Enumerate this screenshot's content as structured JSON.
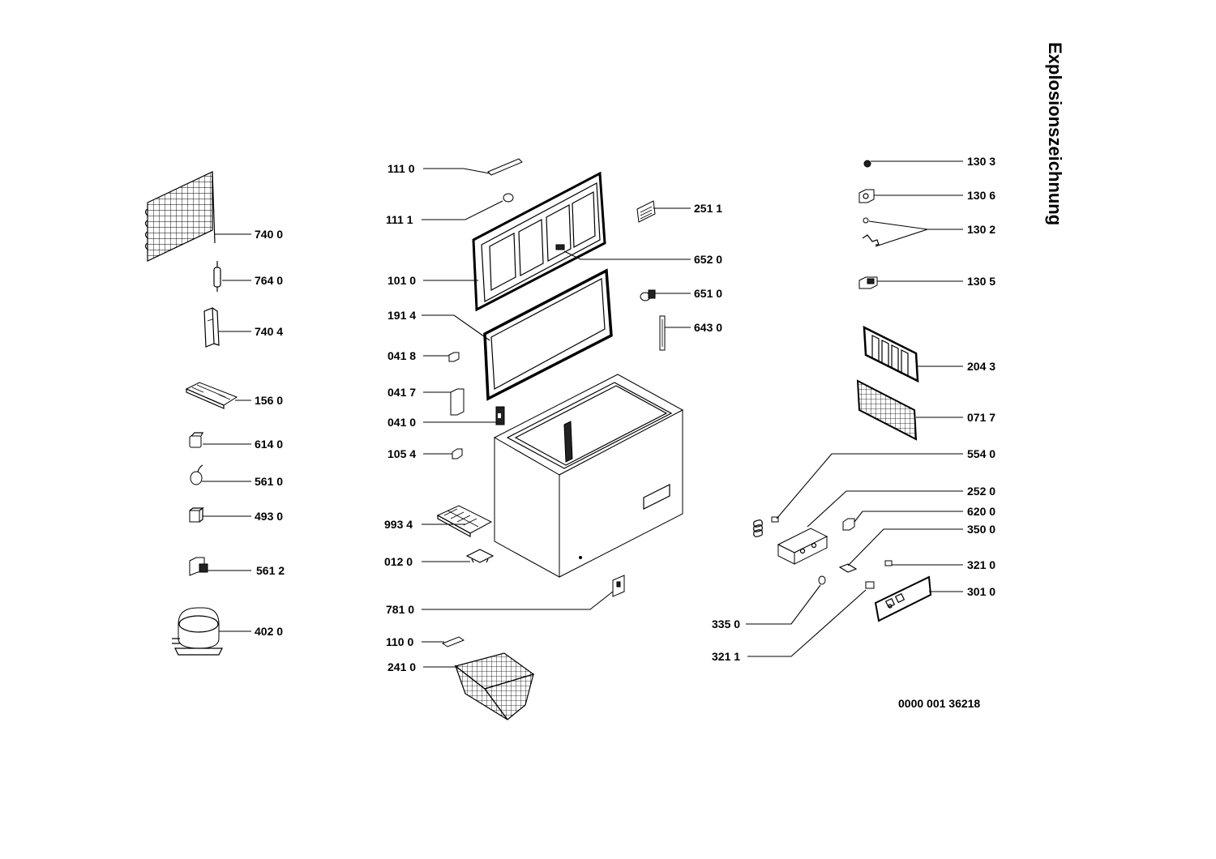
{
  "title": "Explosionszeichnung",
  "document_number": "0000 001 36218",
  "labels": {
    "p7400": "740 0",
    "p7640": "764 0",
    "p7404": "740 4",
    "p1560": "156 0",
    "p6140": "614 0",
    "p5610": "561 0",
    "p4930": "493 0",
    "p5612": "561 2",
    "p4020": "402 0",
    "p1110": "111 0",
    "p1111": "111 1",
    "p1010": "101 0",
    "p1914": "191 4",
    "p0418": "041 8",
    "p0417": "041 7",
    "p0410": "041 0",
    "p1054": "105 4",
    "p9934": "993 4",
    "p0120": "012 0",
    "p7810": "781 0",
    "p1100": "110 0",
    "p2410": "241 0",
    "p2511": "251 1",
    "p6520": "652 0",
    "p6510": "651 0",
    "p6430": "643 0",
    "p1303": "130 3",
    "p1306": "130 6",
    "p1302": "130 2",
    "p1305": "130 5",
    "p2043": "204 3",
    "p0717": "071 7",
    "p5540": "554 0",
    "p2520": "252 0",
    "p6200": "620 0",
    "p3500": "350 0",
    "p3210": "321 0",
    "p3010": "301 0",
    "p3350": "335 0",
    "p3211": "321 1"
  }
}
